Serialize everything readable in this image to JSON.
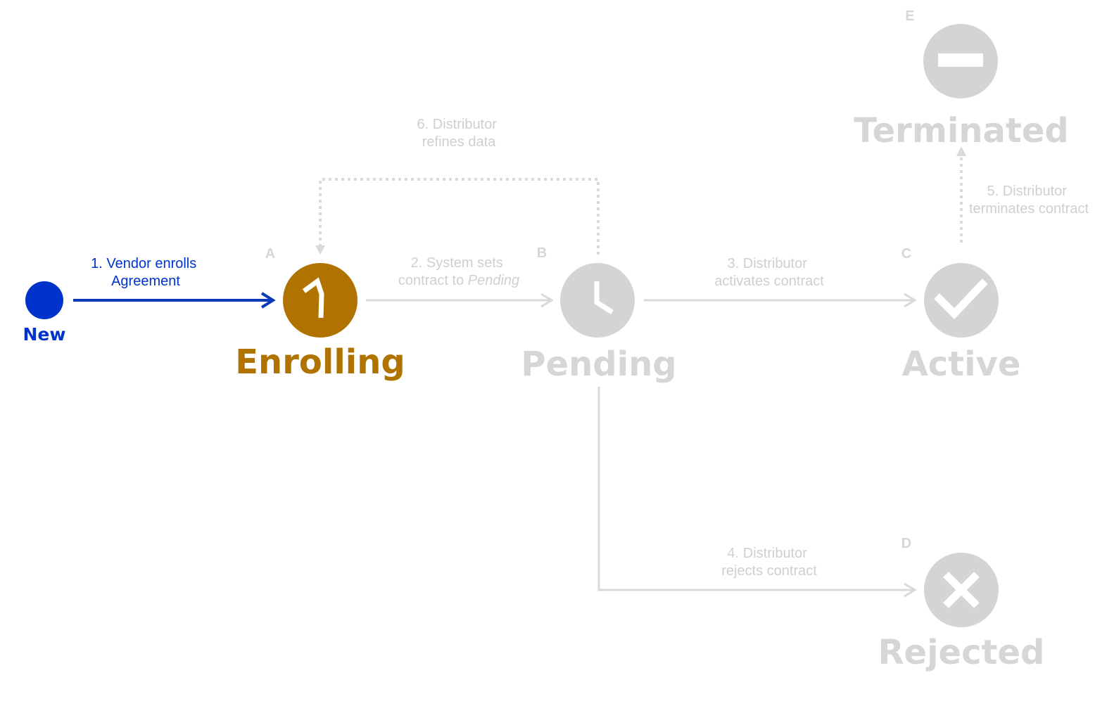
{
  "colors": {
    "active_blue": "#0033cc",
    "current_gold": "#b07300",
    "inactive_gray": "#d6d6d6",
    "inactive_text": "#cfcfcf"
  },
  "states": {
    "new": {
      "label": "New"
    },
    "enrolling": {
      "label": "Enrolling",
      "letter": "A",
      "icon": "half-clock-icon"
    },
    "pending": {
      "label": "Pending",
      "letter": "B",
      "icon": "clock-icon"
    },
    "active": {
      "label": "Active",
      "letter": "C",
      "icon": "checkmark-icon"
    },
    "rejected": {
      "label": "Rejected",
      "letter": "D",
      "icon": "x-icon"
    },
    "terminated": {
      "label": "Terminated",
      "letter": "E",
      "icon": "minus-icon"
    }
  },
  "transitions": {
    "t1": {
      "line1": "1. Vendor enrolls",
      "line2": "Agreement"
    },
    "t2": {
      "line1": "2. System sets",
      "line2_prefix": "contract to ",
      "line2_italic": "Pending"
    },
    "t3": {
      "line1": "3. Distributor",
      "line2": "activates contract"
    },
    "t4": {
      "line1": "4. Distributor",
      "line2": "rejects contract"
    },
    "t5": {
      "line1": "5. Distributor",
      "line2": "terminates contract"
    },
    "t6": {
      "line1": "6. Distributor",
      "line2": "refines data"
    }
  }
}
